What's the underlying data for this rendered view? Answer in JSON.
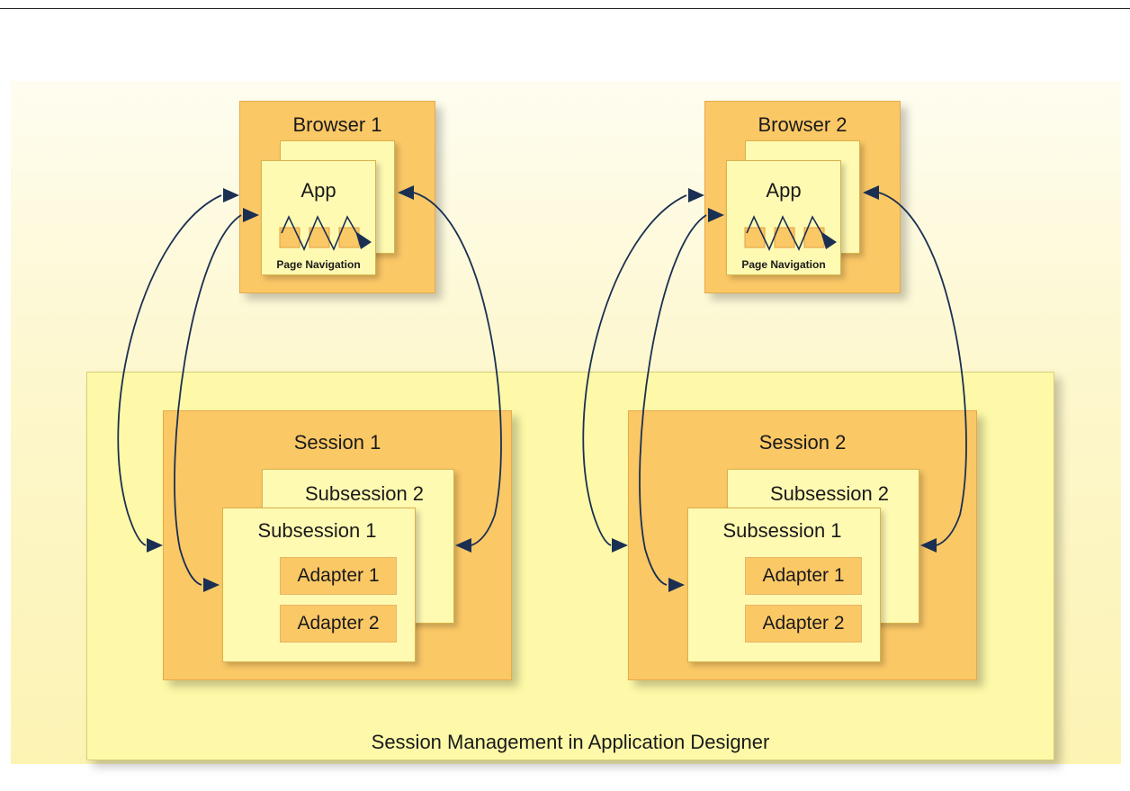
{
  "browsers": [
    {
      "title": "Browser 1",
      "app_label": "App",
      "nav_label": "Page Navigation"
    },
    {
      "title": "Browser 2",
      "app_label": "App",
      "nav_label": "Page Navigation"
    }
  ],
  "sessions": [
    {
      "title": "Session 1",
      "subsession_back": "Subsession 2",
      "subsession_front": "Subsession 1",
      "adapters": [
        "Adapter 1",
        "Adapter 2"
      ]
    },
    {
      "title": "Session 2",
      "subsession_back": "Subsession 2",
      "subsession_front": "Subsession 1",
      "adapters": [
        "Adapter 1",
        "Adapter 2"
      ]
    }
  ],
  "caption": "Session Management in Application Designer",
  "colors": {
    "orange": "#fbc866",
    "light_yellow": "#fffab2",
    "management_area": "#fdf9a8",
    "arrow": "#1a2f52"
  }
}
